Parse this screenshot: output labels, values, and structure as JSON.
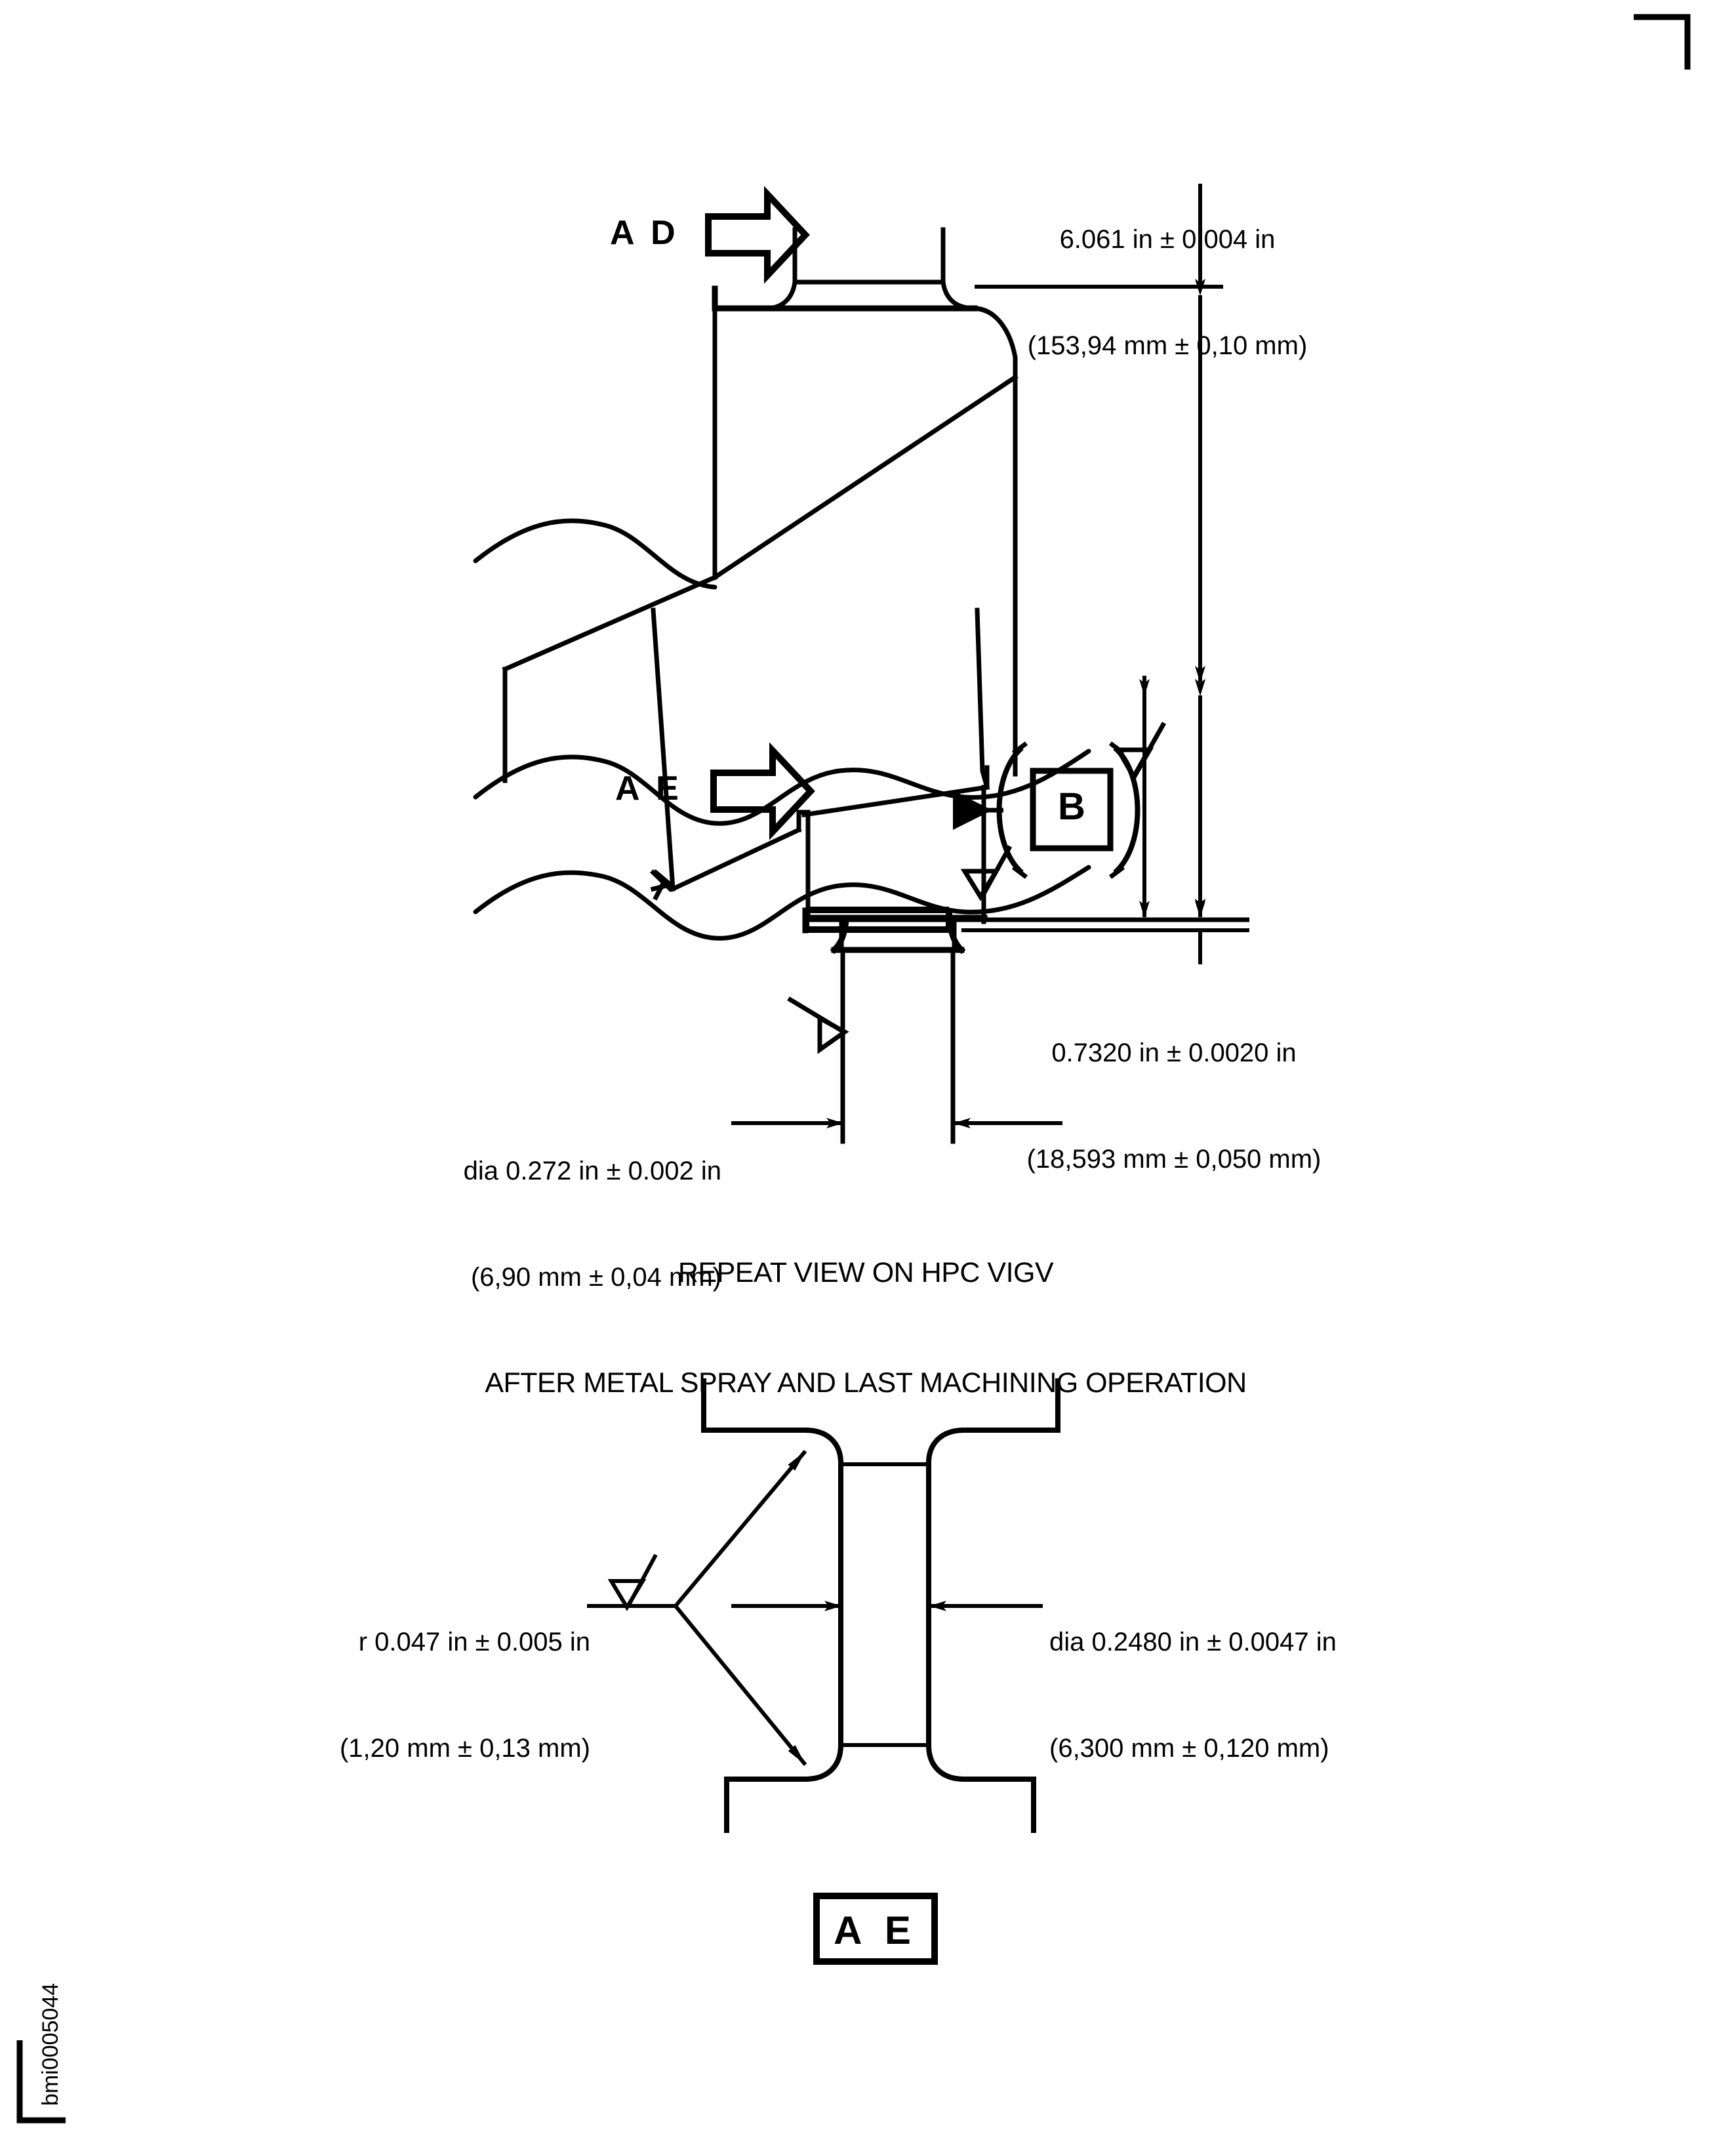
{
  "sheet": {
    "figure_id": "bmi0005044",
    "corner_marks": [
      "top-right",
      "bottom-left"
    ]
  },
  "upper_view": {
    "title_line1": "REPEAT VIEW ON HPC VIGV",
    "title_line2": "AFTER METAL SPRAY AND LAST MACHINING OPERATION",
    "arrow_label_top": "A D",
    "arrow_label_lower": "A E",
    "datum_label": "B",
    "dimensions": {
      "overall_length": {
        "inch": "6.061 in ± 0.004 in",
        "metric": "(153,94 mm ± 0,10 mm)"
      },
      "stem_length": {
        "inch": "0.7320 in ± 0.0020 in",
        "metric": "(18,593 mm ± 0,050 mm)"
      },
      "stem_diameter": {
        "inch": "dia 0.272 in ± 0.002 in",
        "metric": "(6,90 mm ± 0,04 mm)"
      }
    }
  },
  "lower_view": {
    "view_label": "A E",
    "dimensions": {
      "fillet_radius": {
        "inch": "r 0.047 in ± 0.005 in",
        "metric": "(1,20 mm ± 0,13 mm)"
      },
      "journal_diameter": {
        "inch": "dia 0.2480 in ± 0.0047 in",
        "metric": "(6,300 mm ± 0,120 mm)"
      }
    }
  },
  "style": {
    "line_color": "#000000",
    "background": "#ffffff"
  }
}
